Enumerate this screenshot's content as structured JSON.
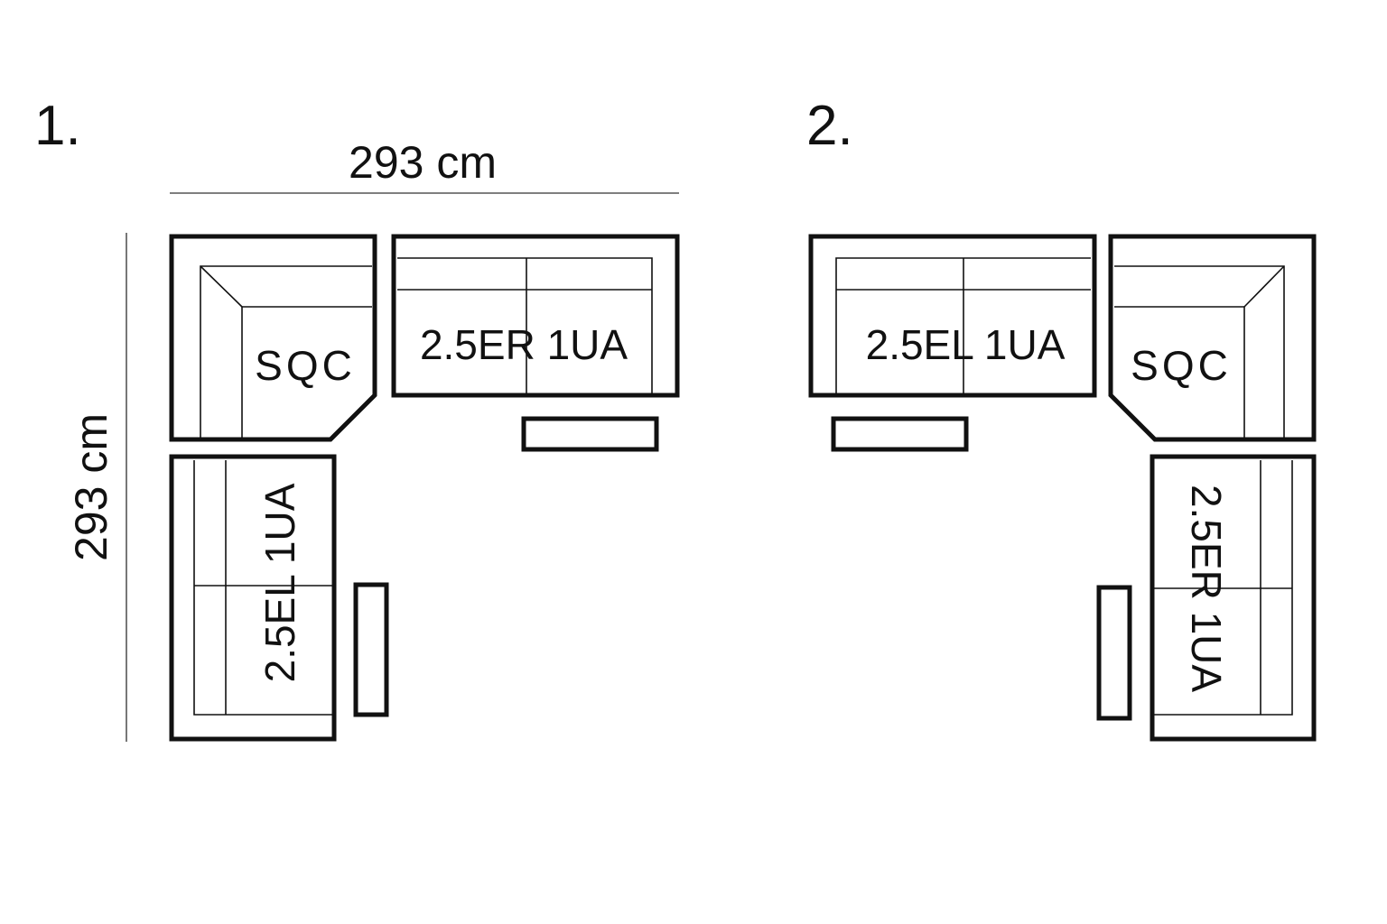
{
  "layouts": [
    {
      "number": "1.",
      "width_dimension": "293 cm",
      "depth_dimension": "293 cm",
      "corner_label": "SQC",
      "top_label": "2.5ER 1UA",
      "side_label": "2.5EL 1UA"
    },
    {
      "number": "2.",
      "corner_label": "SQC",
      "top_label": "2.5EL 1UA",
      "side_label": "2.5ER 1UA"
    }
  ]
}
